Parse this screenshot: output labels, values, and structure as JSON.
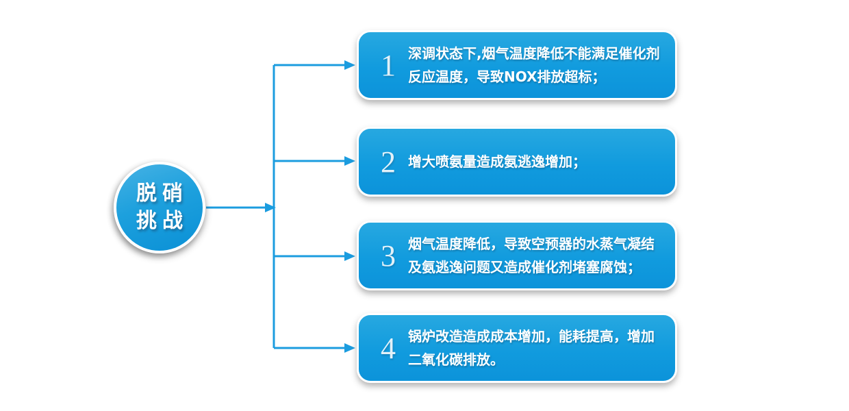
{
  "diagram": {
    "background_color": "#ffffff",
    "accent_color": "#1b9cdf",
    "box_gradient_top": "#27a8e0",
    "box_gradient_bottom": "#0c93da",
    "circle": {
      "label_line1": "脱硝",
      "label_line2": "挑战"
    },
    "items": [
      {
        "number": "1",
        "text": "深调状态下,烟气温度降低不能满足催化剂反应温度，导致NOX排放超标；",
        "lines": [
          "深调状态下,烟气温度降低不能满足催化剂",
          "反应温度，导致NOX排放超标；"
        ]
      },
      {
        "number": "2",
        "text": "增大喷氨量造成氨逃逸增加；",
        "lines": [
          "增大喷氨量造成氨逃逸增加；"
        ]
      },
      {
        "number": "3",
        "text": "烟气温度降低，导致空预器的水蒸气凝结及氨逃逸问题又造成催化剂堵塞腐蚀；",
        "lines": [
          "烟气温度降低，导致空预器的水蒸气凝结",
          "及氨逃逸问题又造成催化剂堵塞腐蚀；"
        ]
      },
      {
        "number": "4",
        "text": "锅炉改造造成成本增加，能耗提高，增加二氧化碳排放。",
        "lines": [
          "锅炉改造造成成本增加，能耗提高，增加",
          "二氧化碳排放。"
        ]
      }
    ]
  }
}
